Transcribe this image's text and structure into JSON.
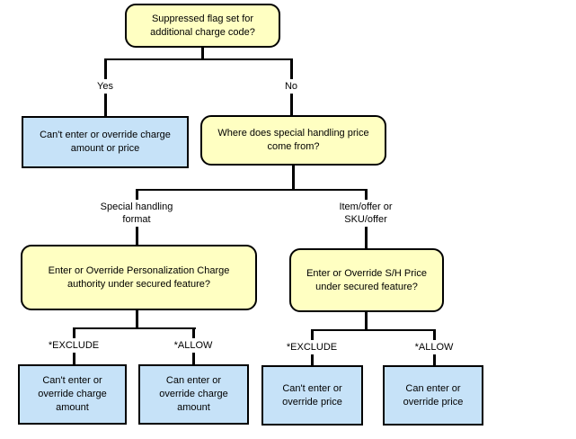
{
  "colors": {
    "decision_fill": "#ffffc2",
    "outcome_fill": "#c6e2f8",
    "border_color": "#000000",
    "line_color": "#000000"
  },
  "flowchart": {
    "type": "decision-tree",
    "root": {
      "text": "Suppressed flag set for additional charge code?"
    },
    "branch_yes": {
      "label": "Yes",
      "outcome": "Can't enter or override charge amount or price"
    },
    "branch_no": {
      "label": "No",
      "question": "Where does special handling price come from?"
    },
    "special_handling": {
      "label": "Special handling format",
      "question": "Enter or Override Personalization Charge authority under secured feature?",
      "exclude_label": "*EXCLUDE",
      "allow_label": "*ALLOW",
      "exclude_outcome": "Can't enter or override charge amount",
      "allow_outcome": "Can enter or override charge amount"
    },
    "item_offer": {
      "label": "Item/offer or SKU/offer",
      "question": "Enter or Override S/H Price under secured feature?",
      "exclude_label": "*EXCLUDE",
      "allow_label": "*ALLOW",
      "exclude_outcome": "Can't enter or override price",
      "allow_outcome": "Can enter or override price"
    }
  }
}
